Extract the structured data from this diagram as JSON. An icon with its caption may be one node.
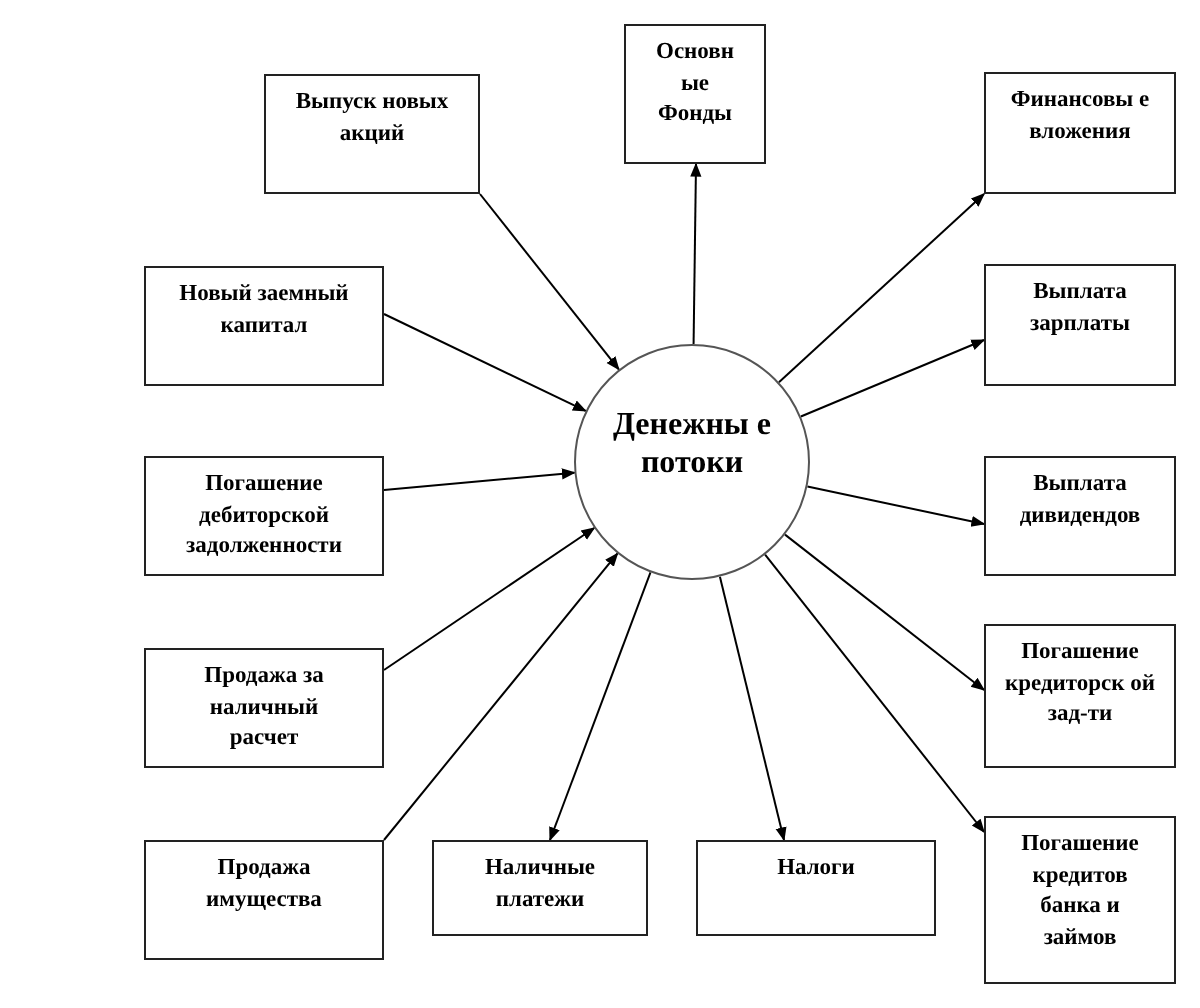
{
  "diagram": {
    "nodes": [
      {
        "text": [
          "Денежны е потоки"
        ]
      },
      {
        "text": [
          "Выпуск новых акций"
        ]
      },
      {
        "text": [
          "Основн ые Фонды"
        ]
      },
      {
        "text": [
          "Финансовы е вложения"
        ]
      },
      {
        "text": [
          "Новый заемный капитал"
        ]
      },
      {
        "text": [
          "Выплата зарплаты"
        ]
      },
      {
        "text": [
          "Погашение дебиторской задолженности"
        ]
      },
      {
        "text": [
          "Выплата дивидендов"
        ]
      },
      {
        "text": [
          "Продажа за наличный расчет"
        ]
      },
      {
        "text": [
          "Погашение кредиторск ой зад-ти"
        ]
      },
      {
        "text": [
          "Продажа имущества"
        ]
      },
      {
        "text": [
          "Наличные платежи"
        ]
      },
      {
        "text": [
          "Налоги"
        ]
      },
      {
        "text": [
          "Погашение кредитов банка и займов"
        ]
      }
    ],
    "edges": [
      {
        "from": 1,
        "to": 0,
        "arrow": "to"
      },
      {
        "from": 4,
        "to": 0,
        "arrow": "to"
      },
      {
        "from": 6,
        "to": 0,
        "arrow": "to"
      },
      {
        "from": 8,
        "to": 0,
        "arrow": "to"
      },
      {
        "from": 10,
        "to": 0,
        "arrow": "to"
      },
      {
        "from": 0,
        "to": 2,
        "arrow": "to"
      },
      {
        "from": 0,
        "to": 3,
        "arrow": "to"
      },
      {
        "from": 0,
        "to": 5,
        "arrow": "to"
      },
      {
        "from": 0,
        "to": 7,
        "arrow": "to"
      },
      {
        "from": 0,
        "to": 9,
        "arrow": "to"
      },
      {
        "from": 0,
        "to": 13,
        "arrow": "to"
      },
      {
        "from": 0,
        "to": 11,
        "arrow": "to"
      },
      {
        "from": 0,
        "to": 12,
        "arrow": "to"
      }
    ]
  }
}
